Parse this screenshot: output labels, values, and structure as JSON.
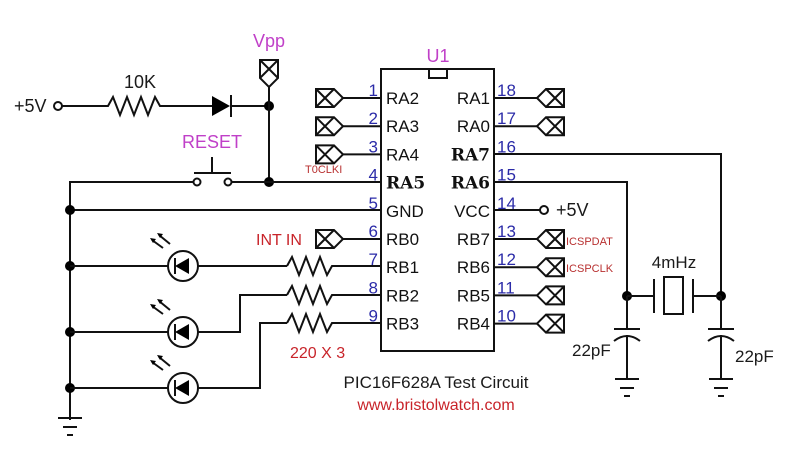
{
  "title": "PIC16F628A Test Circuit",
  "website": "www.bristolwatch.com",
  "chip": {
    "ref": "U1",
    "left_pins": [
      {
        "num": "1",
        "name": "RA2",
        "bold": false
      },
      {
        "num": "2",
        "name": "RA3",
        "bold": false
      },
      {
        "num": "3",
        "name": "RA4",
        "bold": false
      },
      {
        "num": "4",
        "name": "RA5",
        "bold": true
      },
      {
        "num": "5",
        "name": "GND",
        "bold": false
      },
      {
        "num": "6",
        "name": "RB0",
        "bold": false
      },
      {
        "num": "7",
        "name": "RB1",
        "bold": false
      },
      {
        "num": "8",
        "name": "RB2",
        "bold": false
      },
      {
        "num": "9",
        "name": "RB3",
        "bold": false
      }
    ],
    "right_pins": [
      {
        "num": "18",
        "name": "RA1",
        "bold": false
      },
      {
        "num": "17",
        "name": "RA0",
        "bold": false
      },
      {
        "num": "16",
        "name": "RA7",
        "bold": true
      },
      {
        "num": "15",
        "name": "RA6",
        "bold": true
      },
      {
        "num": "14",
        "name": "VCC",
        "bold": false
      },
      {
        "num": "13",
        "name": "RB7",
        "bold": false
      },
      {
        "num": "12",
        "name": "RB6",
        "bold": false
      },
      {
        "num": "11",
        "name": "RB5",
        "bold": false
      },
      {
        "num": "10",
        "name": "RB4",
        "bold": false
      }
    ]
  },
  "labels": {
    "supply_left": "+5V",
    "supply_right": "+5V",
    "pullup_resistor": "10K",
    "vpp": "Vpp",
    "reset": "RESET",
    "t0clki": "T0CLKI",
    "int_in": "INT IN",
    "led_resistors": "220 X 3",
    "icspdat": "ICSPDAT",
    "icspclk": "ICSPCLK",
    "crystal": "4mHz",
    "cap_left": "22pF",
    "cap_right": "22pF"
  },
  "colors": {
    "pin_number": "#2b2ba8",
    "magenta_label": "#c040c8",
    "red_label": "#c8242a"
  }
}
